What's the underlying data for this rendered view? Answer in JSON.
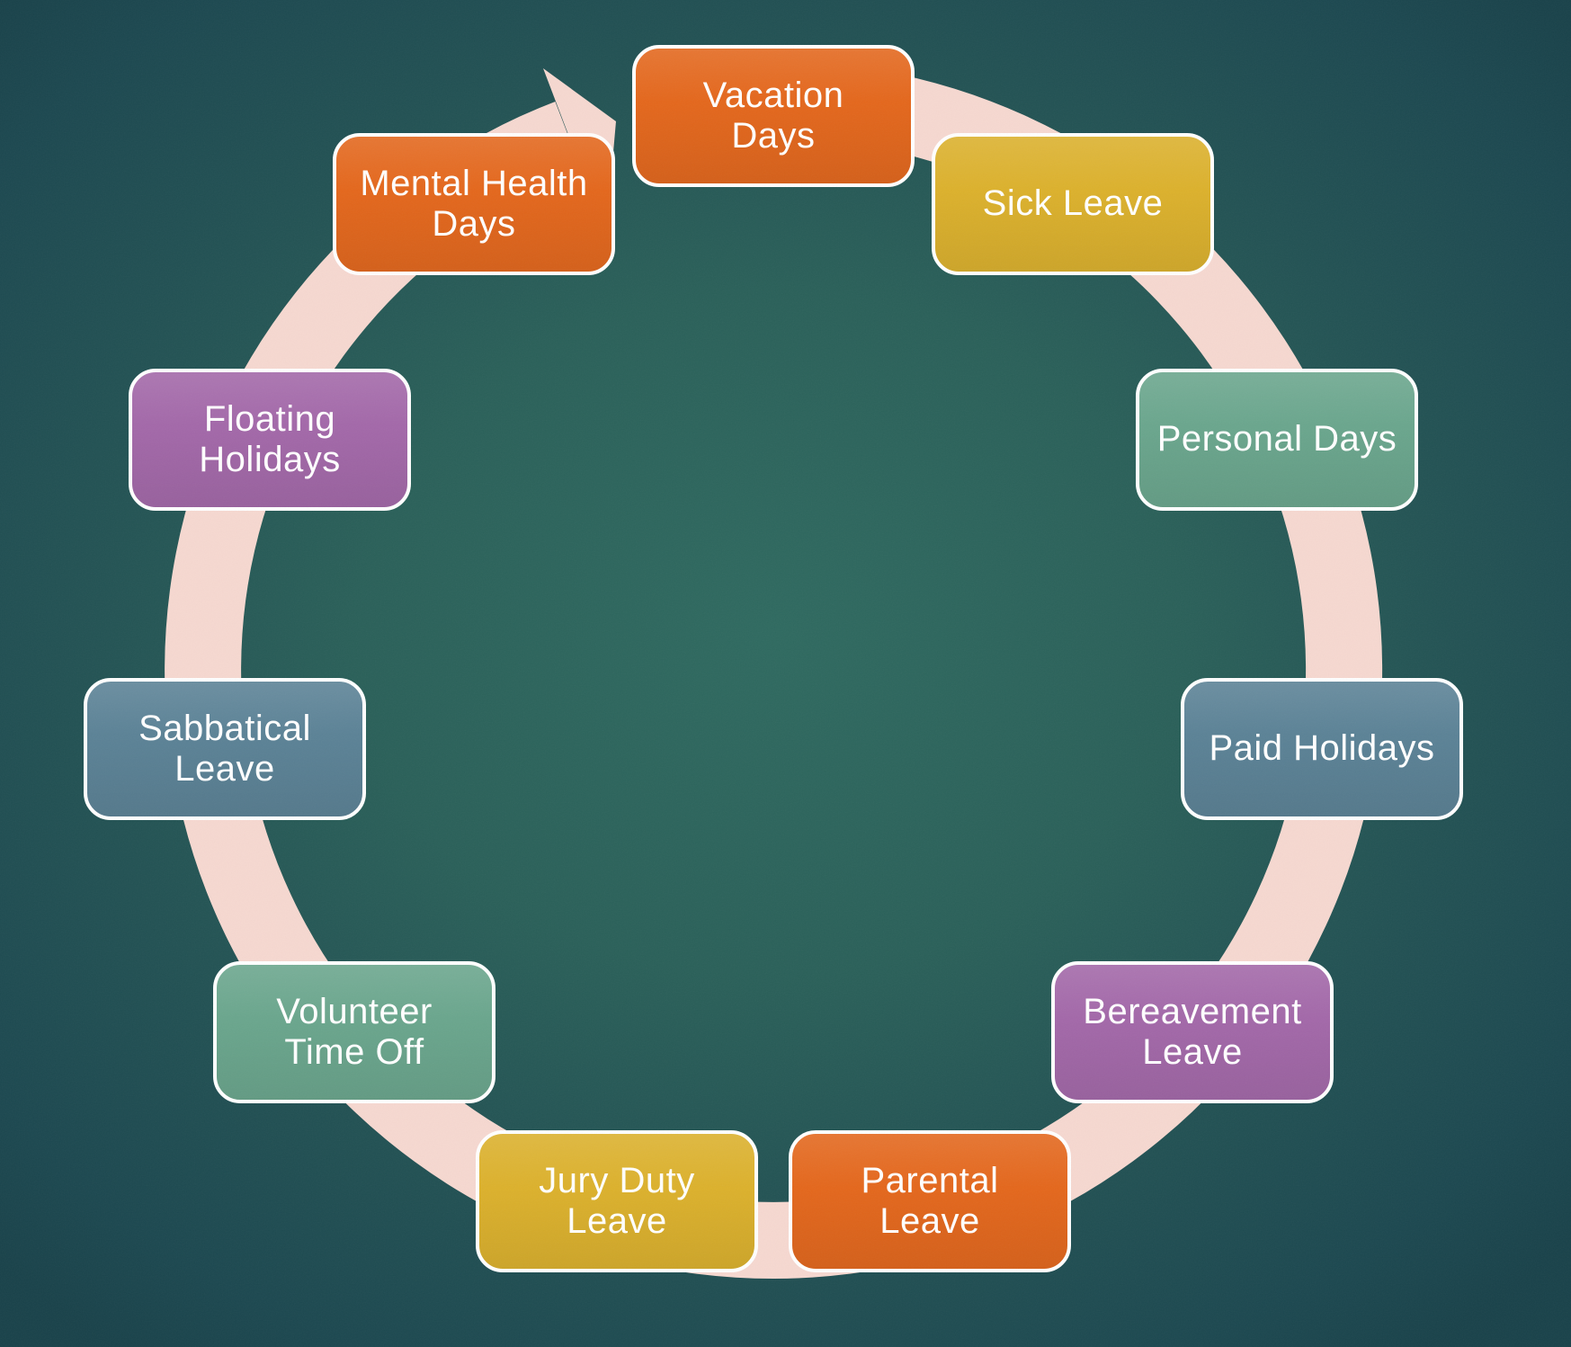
{
  "diagram": {
    "type": "cycle",
    "direction": "clockwise",
    "items": [
      {
        "label": "Vacation\nDays",
        "color": "orange"
      },
      {
        "label": "Sick Leave",
        "color": "yellow"
      },
      {
        "label": "Personal Days",
        "color": "teal"
      },
      {
        "label": "Paid Holidays",
        "color": "slate"
      },
      {
        "label": "Bereavement\nLeave",
        "color": "purple"
      },
      {
        "label": "Parental\nLeave",
        "color": "orange"
      },
      {
        "label": "Jury Duty\nLeave",
        "color": "yellow"
      },
      {
        "label": "Volunteer\nTime Off",
        "color": "teal"
      },
      {
        "label": "Sabbatical\nLeave",
        "color": "slate"
      },
      {
        "label": "Floating\nHolidays",
        "color": "purple"
      },
      {
        "label": "Mental Health\nDays",
        "color": "orange"
      }
    ],
    "palette": {
      "orange": "#E4671C",
      "yellow": "#DCB12C",
      "teal": "#6AA68D",
      "slate": "#5B8296",
      "purple": "#A368A9",
      "band": "#F6D8D0",
      "box_border": "#FFFFFF",
      "text": "#FFFFFF",
      "bg_center": "#2F6A60",
      "bg_edge": "#1C4850"
    }
  }
}
